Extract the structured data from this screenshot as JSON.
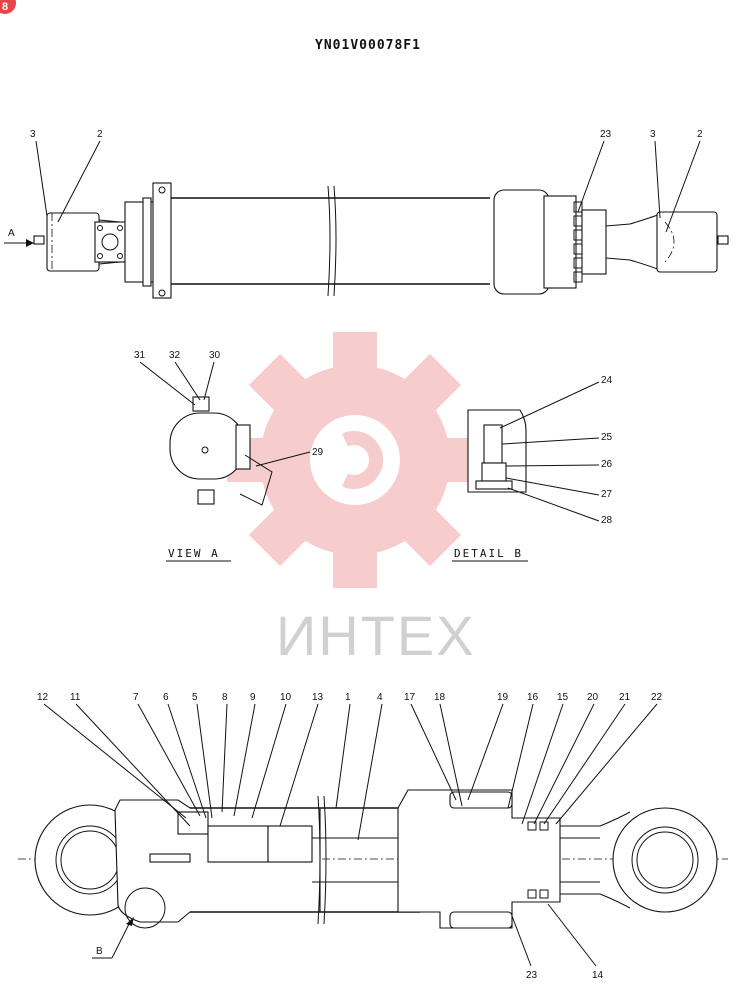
{
  "title": "YN01V00078F1",
  "corner_badge": "8",
  "watermark": {
    "text": "ИНТЕХ",
    "color": "#f2a3a6"
  },
  "views": {
    "top_callouts": [
      "3",
      "2",
      "23",
      "3",
      "2"
    ],
    "arrow_label": "A",
    "view_a": {
      "caption": "VIEW  A",
      "callouts": [
        "31",
        "32",
        "30",
        "29"
      ]
    },
    "detail_b": {
      "caption": "DETAIL  B",
      "callouts": [
        "24",
        "25",
        "26",
        "27",
        "28"
      ]
    },
    "section": {
      "top_callouts": [
        "12",
        "11",
        "7",
        "6",
        "5",
        "8",
        "9",
        "10",
        "13",
        "1",
        "4",
        "17",
        "18",
        "19",
        "16",
        "15",
        "20",
        "21",
        "22"
      ],
      "bottom_callouts": [
        "23",
        "14"
      ],
      "detail_marker": "B"
    }
  }
}
